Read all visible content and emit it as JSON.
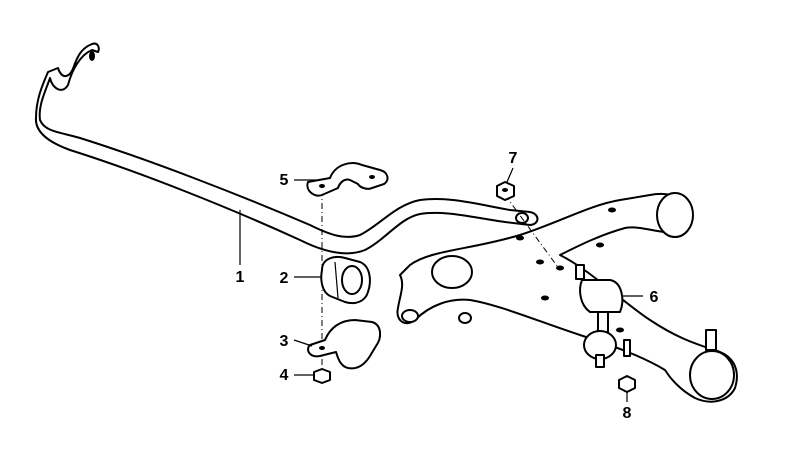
{
  "diagram": {
    "type": "exploded parts diagram",
    "labels": {
      "p1": "1",
      "p2": "2",
      "p3": "3",
      "p4": "4",
      "p5": "5",
      "p6": "6",
      "p7": "7",
      "p8": "8"
    },
    "colors": {
      "line": "#000000",
      "background": "#ffffff"
    }
  }
}
